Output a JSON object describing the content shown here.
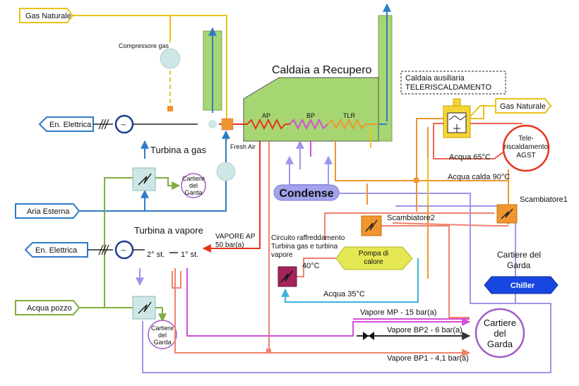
{
  "labels": {
    "gas_naturale_top": "Gas Naturale",
    "compressore_gas": "Compressore gas",
    "caldaia_recupero": "Caldaia a Recupero",
    "caldaia_ausiliaria_line1": "Caldaia ausiliaria",
    "caldaia_ausiliaria_line2": "TELERISCALDAMENTO",
    "gas_naturale_right": "Gas Naturale",
    "en_elettrica_top": "En. Elettrica",
    "en_elettrica_bottom": "En. Elettrica",
    "ap": "AP",
    "bp": "BP",
    "tlr": "TLR",
    "fresh_air": "Fresh Air",
    "turbina_gas": "Turbina a gas",
    "cartiere_small_1_line1": "Cartiere",
    "cartiere_small_1_line2": "del",
    "cartiere_small_1_line3": "Garda",
    "aria_esterna": "Aria Esterna",
    "condense": "Condense",
    "acqua_65": "Acqua  65°C",
    "acqua_calda_90": "Acqua calda 90°C",
    "teleriscaldamento_line1": "Tele-",
    "teleriscaldamento_line2": "riscaldamento",
    "teleriscaldamento_line3": "AGST",
    "scambiatore1": "Scambiatore1",
    "scambiatore2": "Scambiatore2",
    "turbina_vapore": "Turbina a vapore",
    "vapore_ap_line1": "VAPORE AP",
    "vapore_ap_line2": "50 bar(a)",
    "circuito_line1": "Circuito raffreddamento",
    "circuito_line2": "Turbina gas e turbina",
    "circuito_line3": "vapore",
    "secondo_stadio": "2° st.",
    "primo_stadio": "1° st.",
    "pompa_calore_line1": "Pompa di",
    "pompa_calore_line2": "calore",
    "temp_40": "40°C",
    "cartiere_right_line1": "Cartiere del",
    "cartiere_right_line2": "Garda",
    "chiller": "Chiller",
    "acqua_35": "Acqua  35°C",
    "acqua_pozzo": "Acqua pozzo",
    "vapore_mp": "Vapore MP - 15 bar(a)",
    "vapore_bp2": "Vapore BP2 - 6 bar(a)",
    "vapore_bp1": "Vapore BP1 - 4,1 bar(a)",
    "cartiere_small_2_line1": "Cartiere",
    "cartiere_small_2_line2": "del",
    "cartiere_small_2_line3": "Garda",
    "cartiere_big_line1": "Cartiere",
    "cartiere_big_line2": "del",
    "cartiere_big_line3": "Garda",
    "generator_symbol": "~"
  },
  "colors": {
    "gas": "#e8c31a",
    "steam_hp": "#e8341c",
    "steam_bp": "#d44fd8",
    "hot_water": "#f0962e",
    "cond": "#9c96ea",
    "air": "#2f7cc5",
    "cooling_water": "#3cb2d8",
    "pozzo_water": "#7fae3f",
    "salmon": "#f0826c",
    "boiler_fill": "#a6d672",
    "cond_fill": "#a2a2ee"
  }
}
